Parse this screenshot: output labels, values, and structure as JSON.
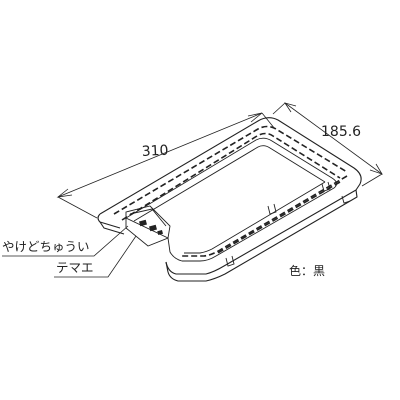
{
  "dimensions": {
    "length": "310",
    "width": "185.6"
  },
  "labels": {
    "warning": "やけどちゅうい",
    "terminal": "テマエ",
    "color_note": "色：黒"
  },
  "colors": {
    "line": "#222222",
    "background": "#ffffff"
  }
}
